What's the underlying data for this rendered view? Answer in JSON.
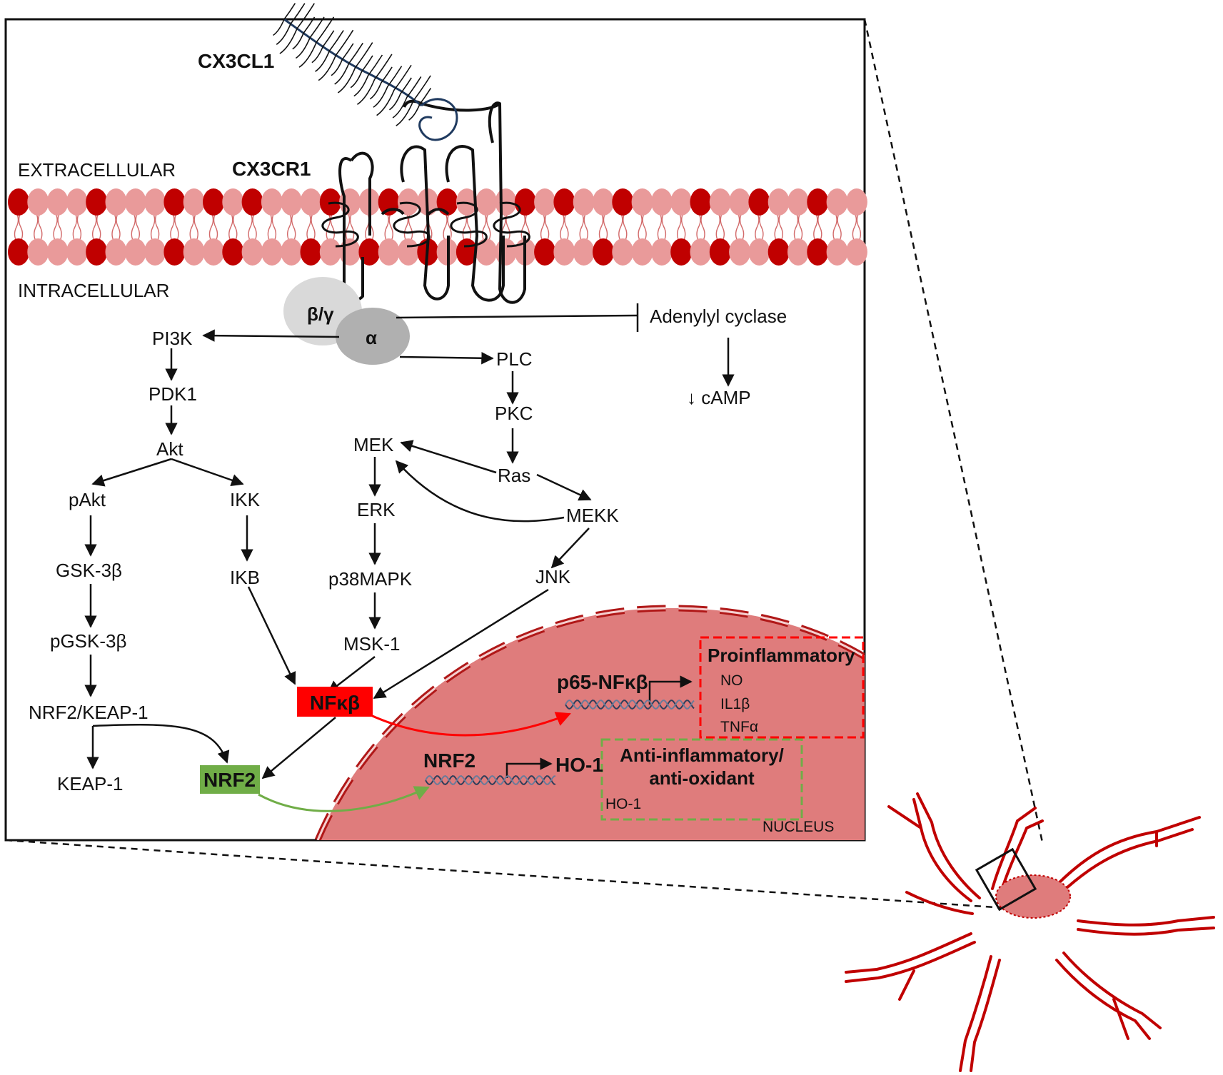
{
  "colors": {
    "membrane_dark": "#c00000",
    "membrane_light": "#e99a9a",
    "nucleus_fill": "#df7c7c",
    "nucleus_border": "#b01818",
    "nfkb_box": "#ff0000",
    "nrf2_box": "#70ad47",
    "pro_box_border": "#ff0000",
    "anti_box_border": "#70ad47",
    "g_alpha": "#b0b0b0",
    "g_betagamma": "#d9d9d9",
    "neuron": "#c00000"
  },
  "labels": {
    "cx3cl1": "CX3CL1",
    "cx3cr1": "CX3CR1",
    "extracellular": "EXTRACELLULAR",
    "intracellular": "INTRACELLULAR",
    "beta_gamma": "β/γ",
    "alpha": "α",
    "adenylyl_cyclase": "Adenylyl cyclase",
    "camp": "↓ cAMP",
    "pi3k": "PI3K",
    "pdk1": "PDK1",
    "akt": "Akt",
    "pakt": "pAkt",
    "gsk3b": "GSK-3β",
    "pgsk3b": "pGSK-3β",
    "nrf2_keap1": "NRF2/KEAP-1",
    "keap1": "KEAP-1",
    "ikk": "IKK",
    "ikb": "IKB",
    "plc": "PLC",
    "pkc": "PKC",
    "ras": "Ras",
    "mek": "MEK",
    "erk": "ERK",
    "p38mapk": "p38MAPK",
    "msk1": "MSK-1",
    "mekk": "MEKK",
    "jnk": "JNK",
    "nfkb": "NFκβ",
    "nrf2": "NRF2",
    "p65_nfkb": "p65-NFκβ",
    "nrf2_nuclear": "NRF2",
    "ho1_gene": "HO-1",
    "nucleus": "NUCLEUS"
  },
  "proinflammatory": {
    "title": "Proinflammatory",
    "items": [
      "NO",
      "IL1β",
      "TNFα"
    ]
  },
  "anti_inflammatory": {
    "title_line1": "Anti-inflammatory/",
    "title_line2": "anti-oxidant",
    "items": [
      "HO-1"
    ]
  }
}
